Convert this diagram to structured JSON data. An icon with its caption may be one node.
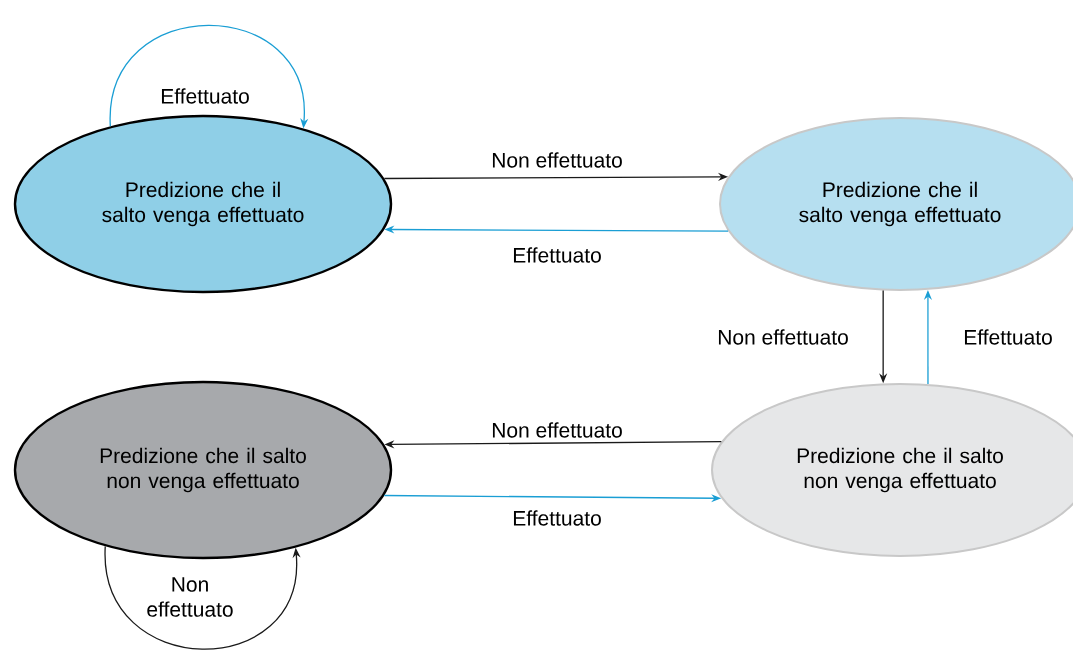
{
  "diagram": {
    "nodes": [
      {
        "text": [
          "Predizione che il salto venga effettuato"
        ]
      },
      {
        "text": [
          "Predizione che il salto venga effettuato"
        ]
      },
      {
        "text": [
          "Predizione che il salto non venga effettuato"
        ]
      },
      {
        "text": [
          "Predizione che il salto non venga effettuato"
        ]
      }
    ],
    "edges": [
      {
        "from": 0,
        "to": 0,
        "arrow": "to",
        "label": "Effettuato",
        "color": "#1a9ed4"
      },
      {
        "from": 0,
        "to": 1,
        "arrow": "to",
        "label": "Non effettuato",
        "color": "#1a1a1a"
      },
      {
        "from": 1,
        "to": 0,
        "arrow": "to",
        "label": "Effettuato",
        "color": "#1a9ed4"
      },
      {
        "from": 1,
        "to": 2,
        "arrow": "to",
        "label": "Non effettuato",
        "color": "#1a1a1a"
      },
      {
        "from": 2,
        "to": 1,
        "arrow": "to",
        "label": "Effettuato",
        "color": "#1a9ed4"
      },
      {
        "from": 2,
        "to": 3,
        "arrow": "to",
        "label": "Non effettuato",
        "color": "#1a1a1a"
      },
      {
        "from": 3,
        "to": 2,
        "arrow": "to",
        "label": "Effettuato",
        "color": "#1a9ed4"
      },
      {
        "from": 3,
        "to": 3,
        "arrow": "to",
        "label": "Non effettuato",
        "color": "#1a1a1a"
      }
    ]
  }
}
